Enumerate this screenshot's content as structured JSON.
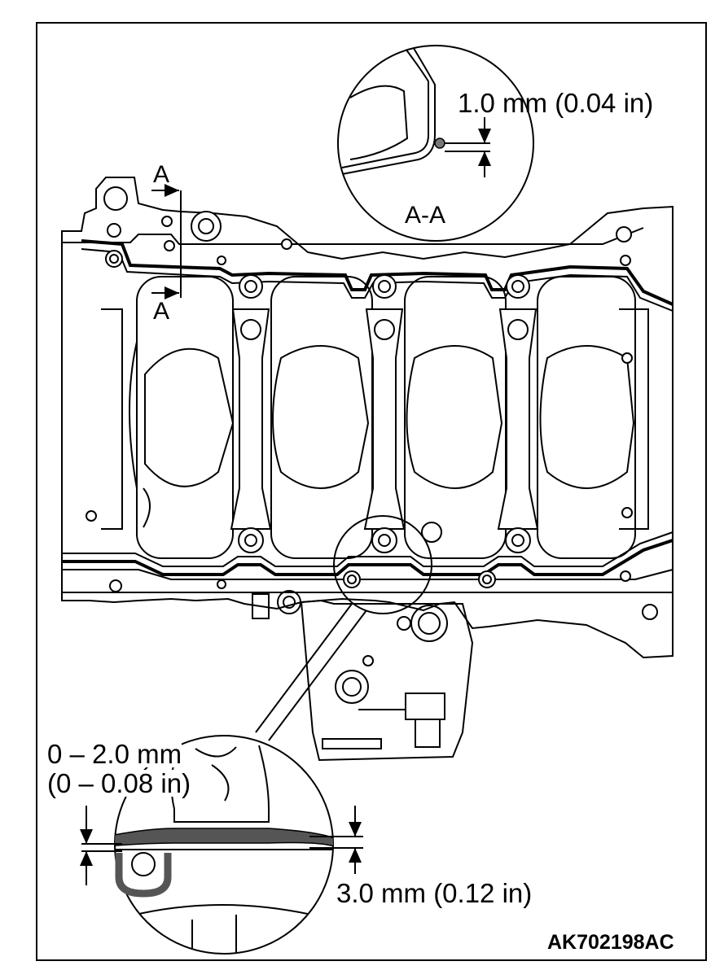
{
  "labels": {
    "section_top": "A",
    "section_bottom": "A",
    "section_view": "A-A",
    "gap_dimension": "1.0 mm (0.04 in)",
    "bead_width_line1": "0 – 2.0 mm",
    "bead_width_line2": "(0 – 0.08 in)",
    "bead_thickness": "3.0 mm (0.12 in)",
    "figure_code": "AK702198AC"
  },
  "colors": {
    "line": "#000000",
    "sealant_bead": "#555555",
    "sealant_dot": "#777777",
    "background": "#ffffff"
  }
}
